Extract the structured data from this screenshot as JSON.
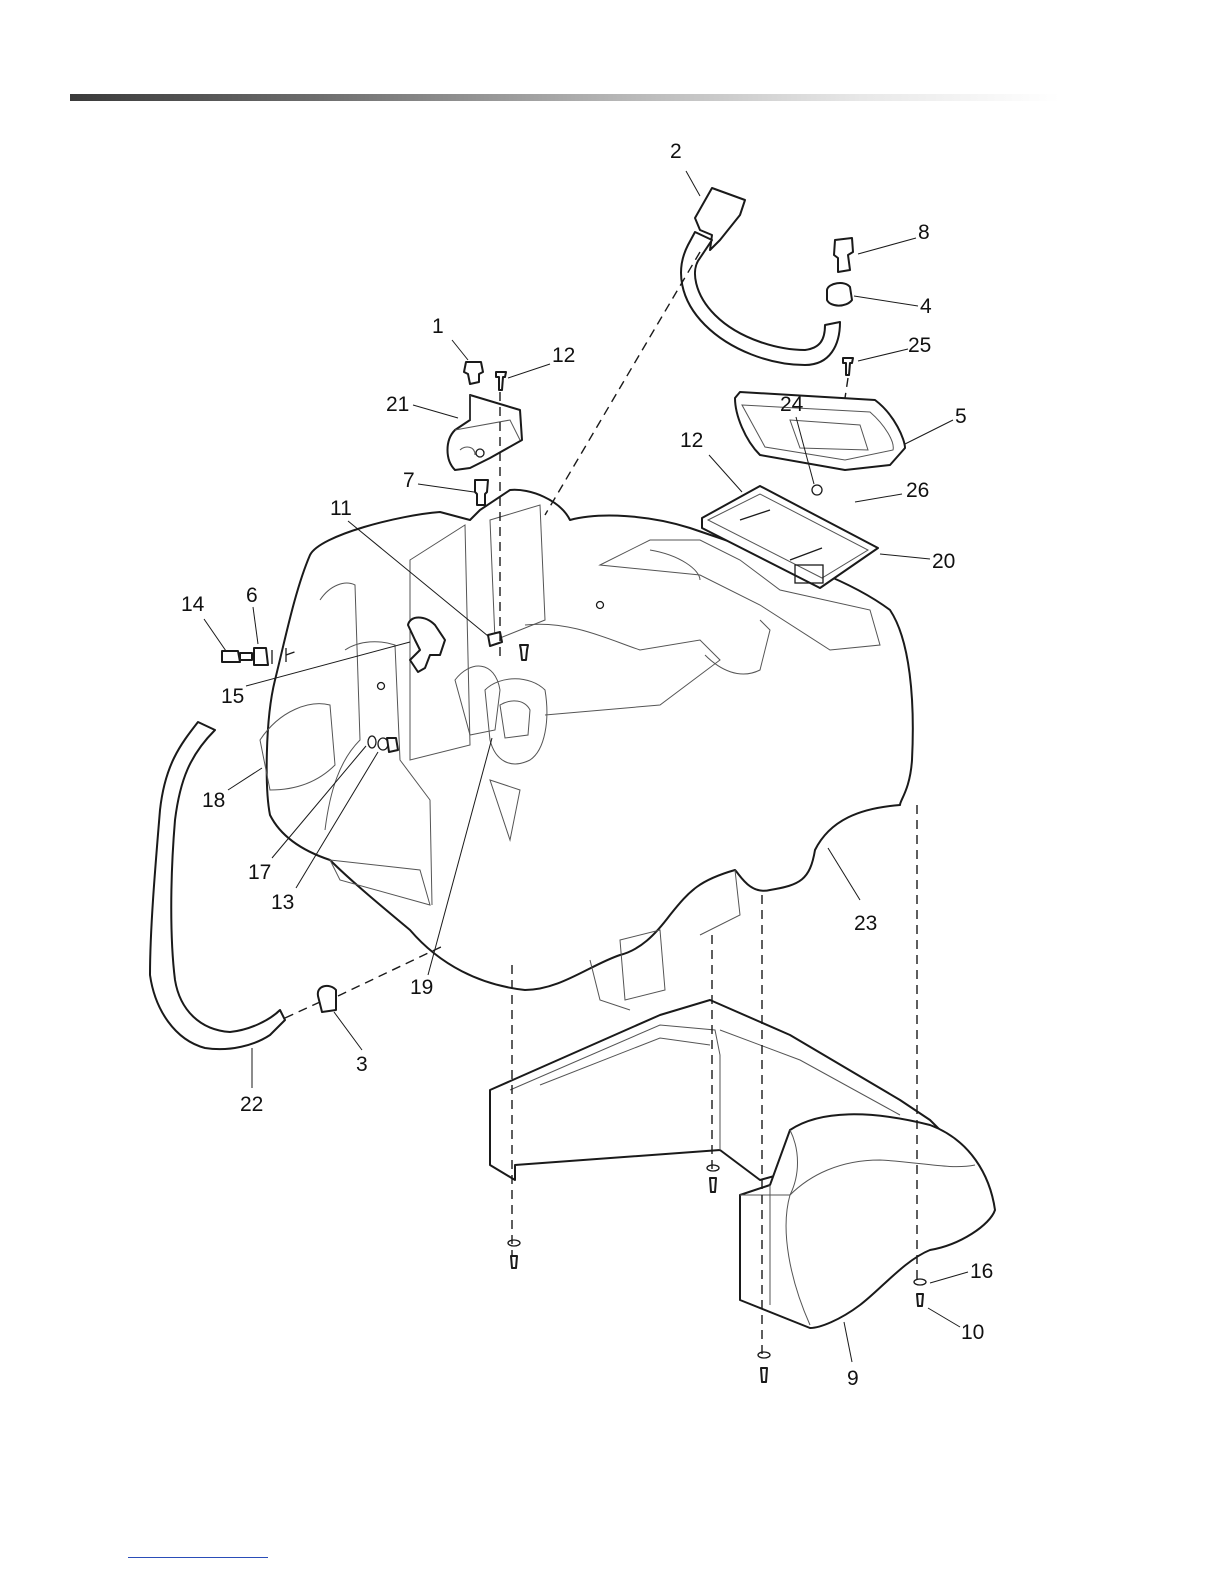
{
  "callouts": {
    "c1": "1",
    "c2": "2",
    "c3": "3",
    "c4": "4",
    "c5": "5",
    "c6": "6",
    "c7": "7",
    "c8": "8",
    "c9": "9",
    "c10": "10",
    "c11": "11",
    "c12a": "12",
    "c12b": "12",
    "c13": "13",
    "c14": "14",
    "c15": "15",
    "c16": "16",
    "c17": "17",
    "c18": "18",
    "c19": "19",
    "c20": "20",
    "c21": "21",
    "c22": "22",
    "c23": "23",
    "c24": "24",
    "c25": "25",
    "c26": "26"
  },
  "colors": {
    "ink": "#1a1a1a",
    "footer_line": "#2a4db8"
  }
}
